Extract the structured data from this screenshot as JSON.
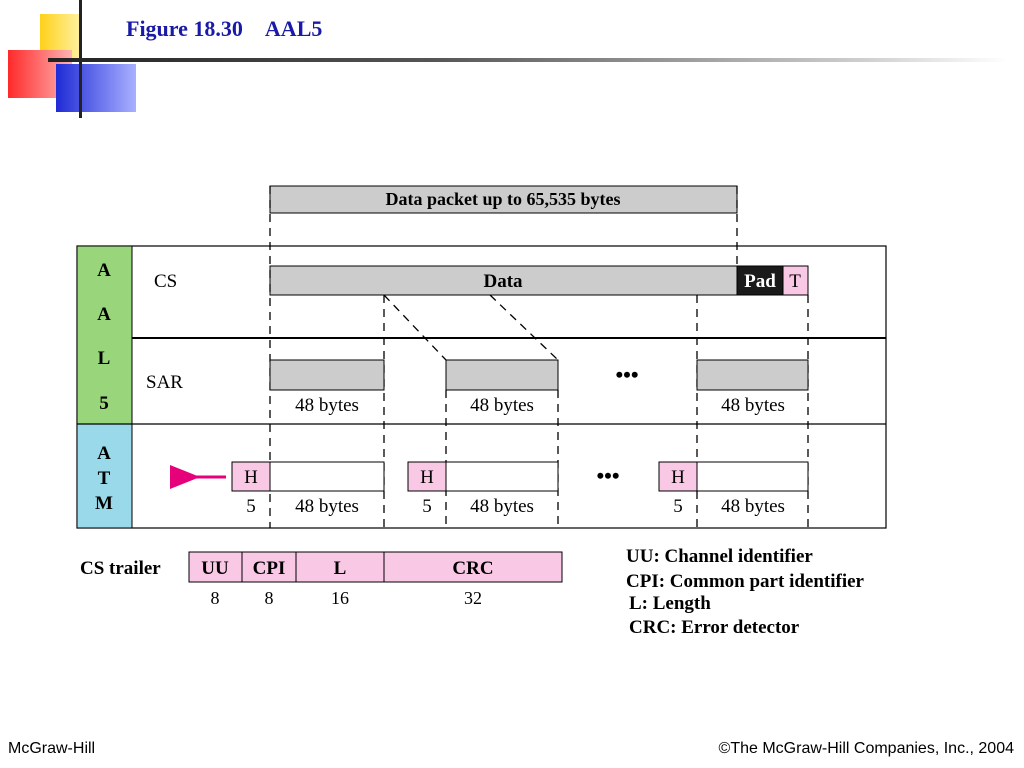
{
  "slide": {
    "figure_label": "Figure 18.30",
    "title": "AAL5"
  },
  "diagram": {
    "data_packet_label": "Data packet up to 65,535 bytes",
    "aal5_side_letters": [
      "A",
      "A",
      "L",
      "5"
    ],
    "atm_side_letters": [
      "A",
      "T",
      "M"
    ],
    "cs_label": "CS",
    "sar_label": "SAR",
    "data_label": "Data",
    "pad_label": "Pad",
    "trailer_short": "T",
    "segment_label": "48 bytes",
    "ellipsis": "•••",
    "header_label": "H",
    "header_size": "5",
    "cs_trailer_label": "CS trailer",
    "trailer_fields": [
      {
        "name": "UU",
        "bits": "8"
      },
      {
        "name": "CPI",
        "bits": "8"
      },
      {
        "name": "L",
        "bits": "16"
      },
      {
        "name": "CRC",
        "bits": "32"
      }
    ],
    "legend": [
      "UU: Channel identifier",
      "CPI: Common part identifier",
      "L: Length",
      "CRC: Error detector"
    ],
    "colors": {
      "gray_box": "#cccccc",
      "pink": "#f9c8e4",
      "aal5_green": "#99d57a",
      "atm_blue": "#99d9ea",
      "pad_black": "#1a1a1a",
      "arrow": "#e6007a"
    }
  },
  "footer": {
    "left": "McGraw-Hill",
    "right": "©The McGraw-Hill Companies, Inc., 2004"
  }
}
